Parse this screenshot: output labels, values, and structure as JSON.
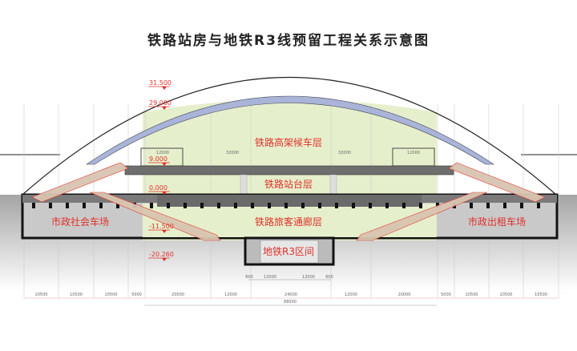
{
  "title": "铁路站房与地铁R3线预留工程关系示意图",
  "labels": {
    "elevated_waiting": "铁路高架候车层",
    "platform": "铁路站台层",
    "passenger_corridor": "铁路旅客通廊层",
    "municipal_parking": "市政社会车场",
    "taxi_parking": "市政出租车场",
    "metro": "地铁R3区间"
  },
  "elevations": [
    "31.500",
    "29.000",
    "9.000",
    "0.000",
    "-11.500",
    "-20.260"
  ],
  "upper_dims": [
    "12000",
    "32000",
    "32000",
    "12000"
  ],
  "metro_dims": [
    "600",
    "12000",
    "12000",
    "600"
  ],
  "bottom_dims": [
    "10500",
    "10500",
    "10500",
    "5000",
    "20000",
    "12000",
    "24000",
    "12000",
    "20000",
    "5000",
    "10500",
    "10500",
    "10500"
  ],
  "total_dim": "88000",
  "colors": {
    "annotation": "#e0302a",
    "roof": "#aab4d8",
    "hall": "#e6efcc",
    "slab": "#6e6e6e",
    "ramp": "#d9c4b0"
  }
}
